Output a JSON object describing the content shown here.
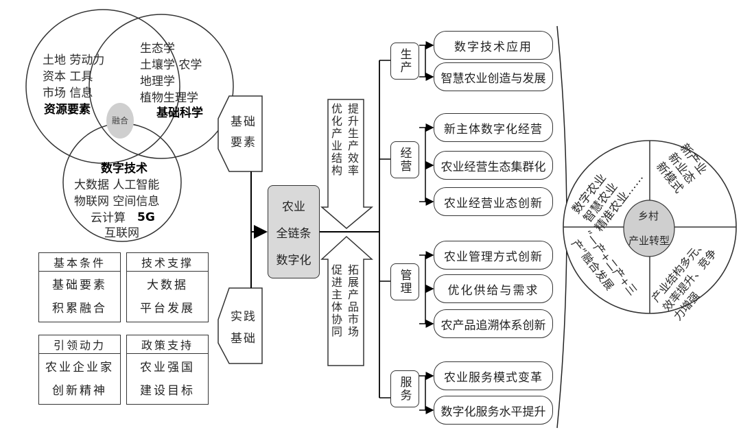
{
  "venn": {
    "resources": {
      "lines": [
        "土地 劳动力",
        "资本 工具",
        "市场 信息"
      ],
      "title": "资源要素"
    },
    "science": {
      "lines": [
        "生态学",
        "土壤学 农学",
        "地理学",
        "植物生理学"
      ],
      "title": "基础科学"
    },
    "center": "融合",
    "digital": {
      "title": "数字技术",
      "lines": [
        "大数据 人工智能",
        "物联网 空间信息",
        "云计算",
        "5G",
        "互联网"
      ]
    }
  },
  "foundation_tables": [
    {
      "header": "基本条件",
      "lines": [
        "基础要素",
        "积累融合"
      ]
    },
    {
      "header": "技术支撑",
      "lines": [
        "大数据",
        "平台发展"
      ]
    },
    {
      "header": "引领动力",
      "lines": [
        "农业企业家",
        "创新精神"
      ]
    },
    {
      "header": "政策支持",
      "lines": [
        "农业强国",
        "建设目标"
      ]
    }
  ],
  "pentagons": {
    "top": [
      "基础",
      "要素"
    ],
    "bottom": [
      "实践",
      "基础"
    ]
  },
  "core": {
    "lines": [
      "农业",
      "全链条",
      "数字化"
    ]
  },
  "arrows": {
    "up": {
      "col1": "优化产业结构",
      "col2": "提升生产效率"
    },
    "down": {
      "col1": "促进主体协同",
      "col2": "拓展产品市场"
    }
  },
  "categories": [
    {
      "label": "生产",
      "items": [
        "数字技术应用",
        "智慧农业创造与发展"
      ]
    },
    {
      "label": "经营",
      "items": [
        "新主体数字化经营",
        "农业经营生态集群化",
        "农业经营业态创新"
      ]
    },
    {
      "label": "管理",
      "items": [
        "农业管理方式创新",
        "优化供给与需求",
        "农产品追溯体系创新"
      ]
    },
    {
      "label": "服务",
      "items": [
        "农业服务模式变革",
        "数字化服务水平提升"
      ]
    }
  ],
  "outcome": {
    "center": [
      "乡村",
      "产业转型"
    ],
    "q_tl": [
      "数字农业",
      "智慧农业",
      "精准农业……"
    ],
    "q_tr": [
      "新产业",
      "新业态",
      "新模式"
    ],
    "q_bl": [
      "“一产+二产+三",
      "产”融合发展"
    ],
    "q_br": [
      "产业结构多元、",
      "效率提升、竞争",
      "力增强"
    ]
  }
}
